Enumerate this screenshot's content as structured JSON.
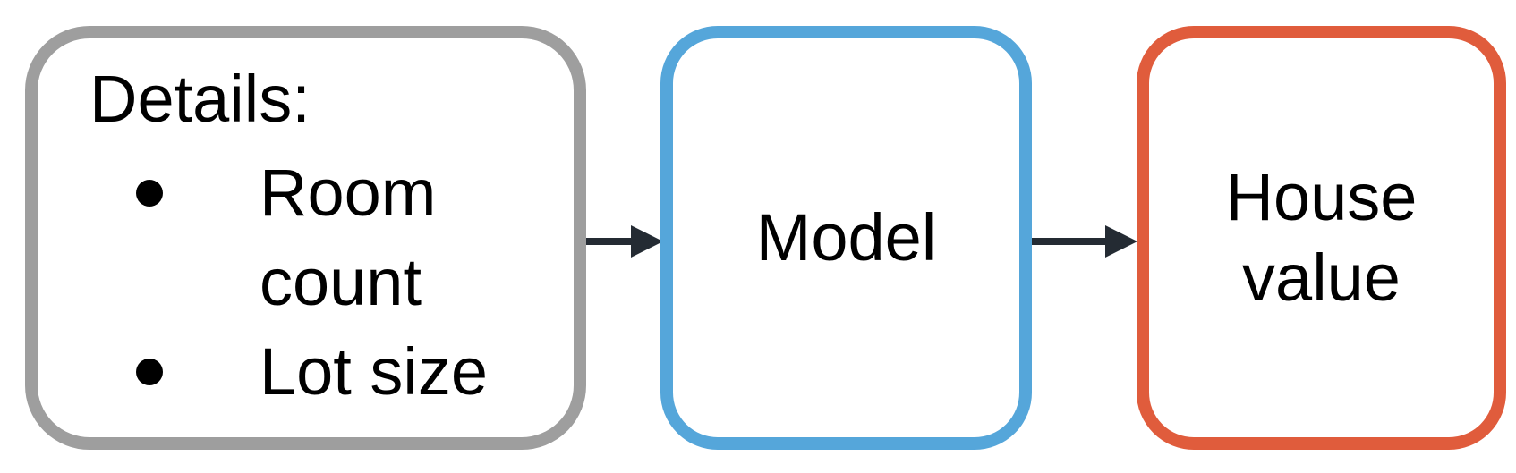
{
  "diagram": {
    "background": "#ffffff",
    "text_color": "#000000",
    "arrow_color": "#242b33",
    "boxes": {
      "details": {
        "title": "Details:",
        "items": [
          "Room count",
          "Lot size"
        ],
        "bullet_icon": "filled-circle-bullet",
        "border_color": "#9e9e9e"
      },
      "model": {
        "label": "Model",
        "border_color": "#55a6da"
      },
      "house": {
        "label": "House value",
        "border_color": "#e05c3c"
      }
    }
  }
}
